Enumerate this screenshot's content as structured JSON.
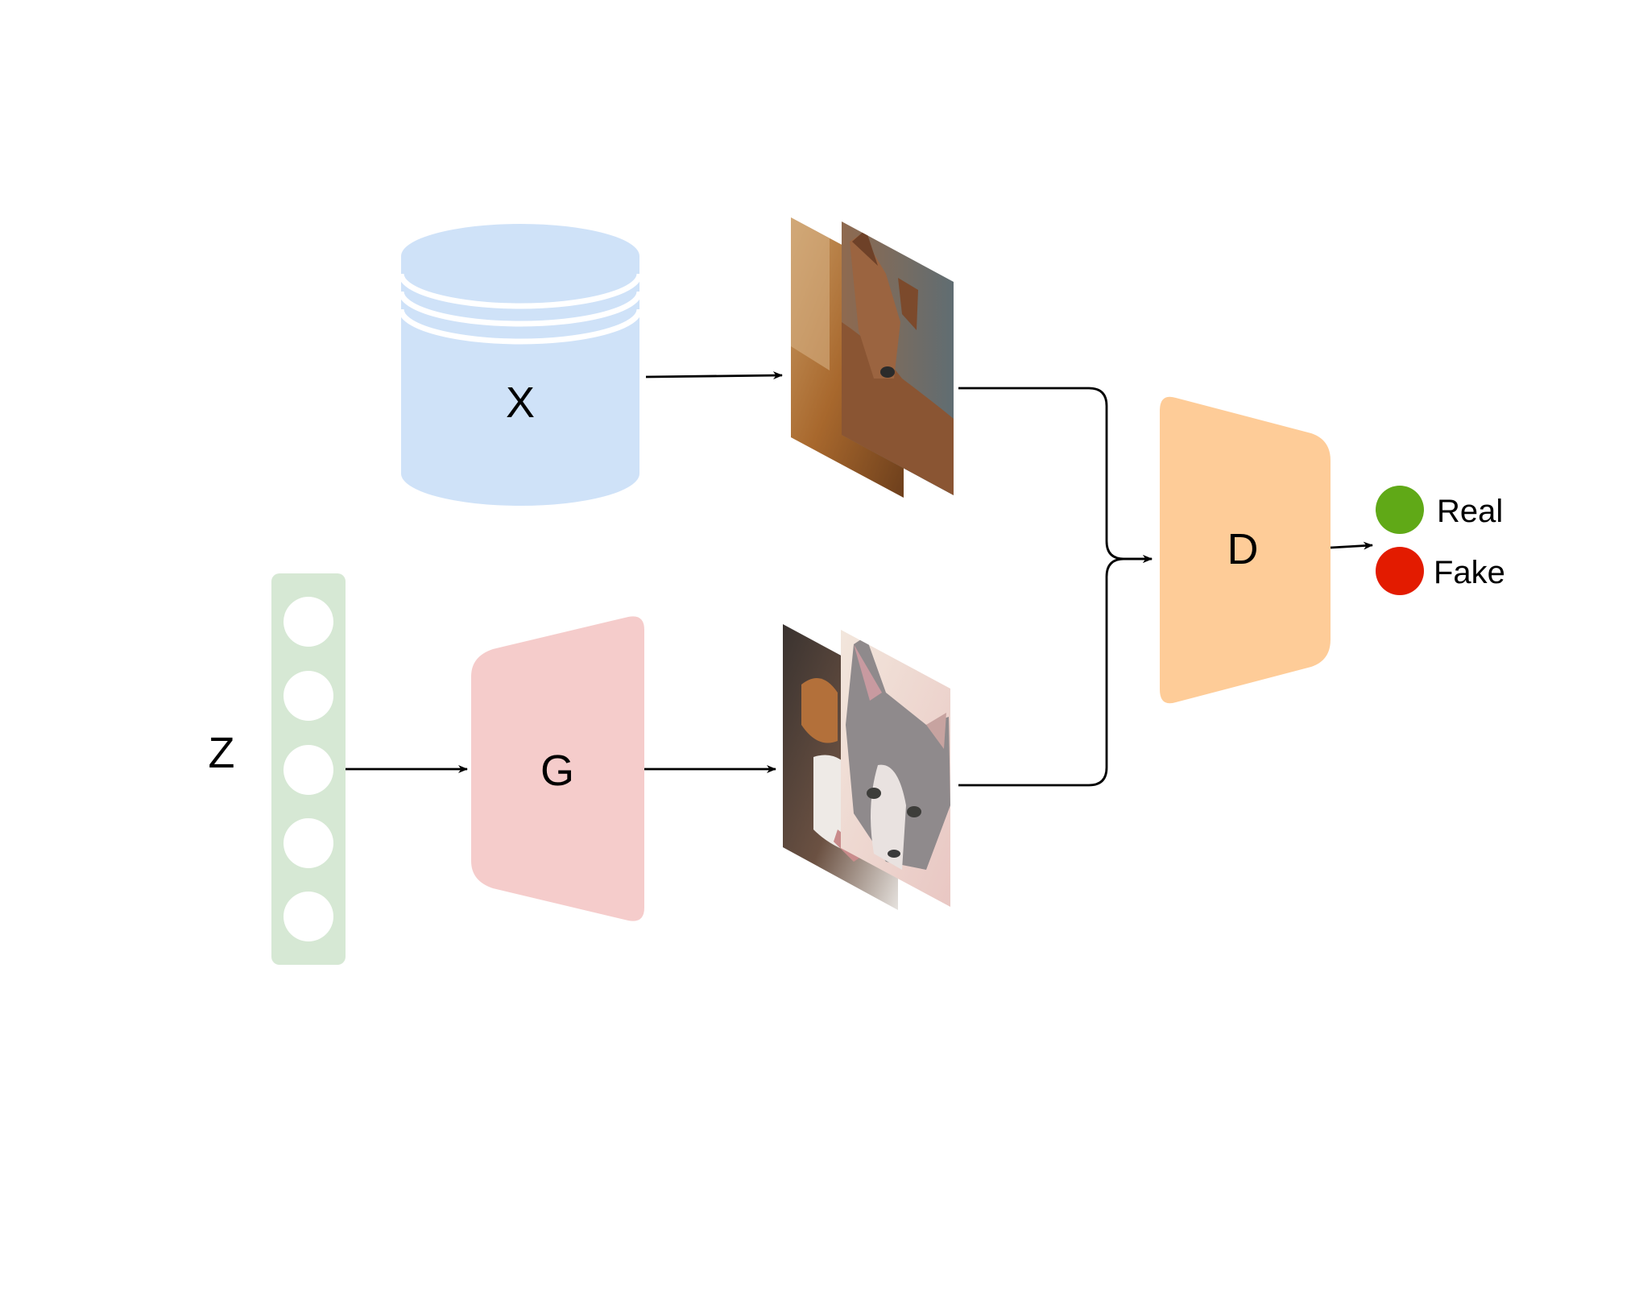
{
  "nodes": {
    "dataset": {
      "label": "X",
      "color": "#cfe2f8"
    },
    "noise": {
      "label": "Z",
      "color": "#d6e8d4",
      "unit_count": 5
    },
    "generator": {
      "label": "G",
      "color": "#f5cccb"
    },
    "discriminator": {
      "label": "D",
      "color": "#fecc98"
    }
  },
  "images": {
    "real": {
      "content": [
        "dog",
        "dog"
      ]
    },
    "fake": {
      "content": [
        "dog",
        "cat"
      ]
    }
  },
  "outputs": [
    {
      "label": "Real",
      "color": "#60a917"
    },
    {
      "label": "Fake",
      "color": "#e31b00"
    }
  ],
  "edges": [
    {
      "from": "dataset",
      "to": "real_images"
    },
    {
      "from": "noise",
      "to": "generator"
    },
    {
      "from": "generator",
      "to": "fake_images"
    },
    {
      "from": "real_images",
      "to": "discriminator"
    },
    {
      "from": "fake_images",
      "to": "discriminator"
    },
    {
      "from": "discriminator",
      "to": "outputs"
    }
  ]
}
